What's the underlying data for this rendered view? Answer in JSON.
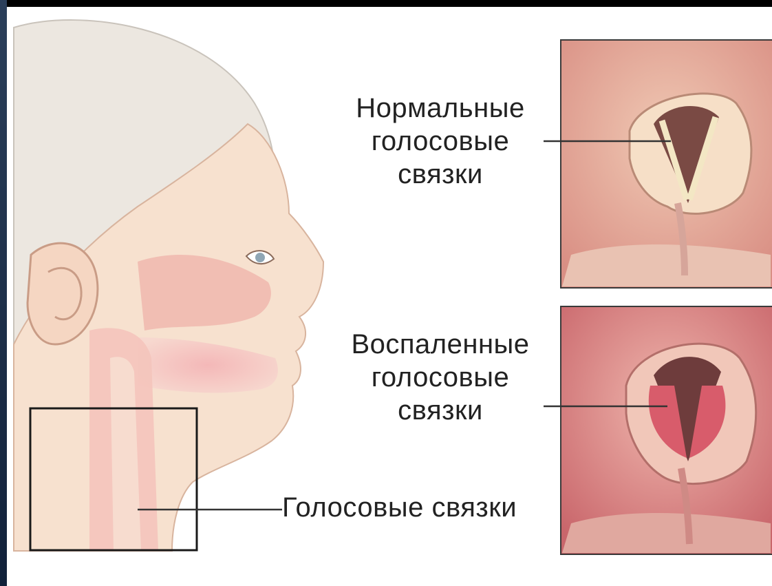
{
  "labels": {
    "normal": [
      "Нормальные",
      "голосовые",
      "связки"
    ],
    "inflamed": [
      "Воспаленные",
      "голосовые",
      "связки"
    ],
    "vocal_cords": "Голосовые связки"
  },
  "colors": {
    "skin": "#f7e1cf",
    "tissue": "#f1b6b2",
    "inflamed": "#d9747a",
    "hair": "#ece7e0",
    "line": "#333333"
  }
}
